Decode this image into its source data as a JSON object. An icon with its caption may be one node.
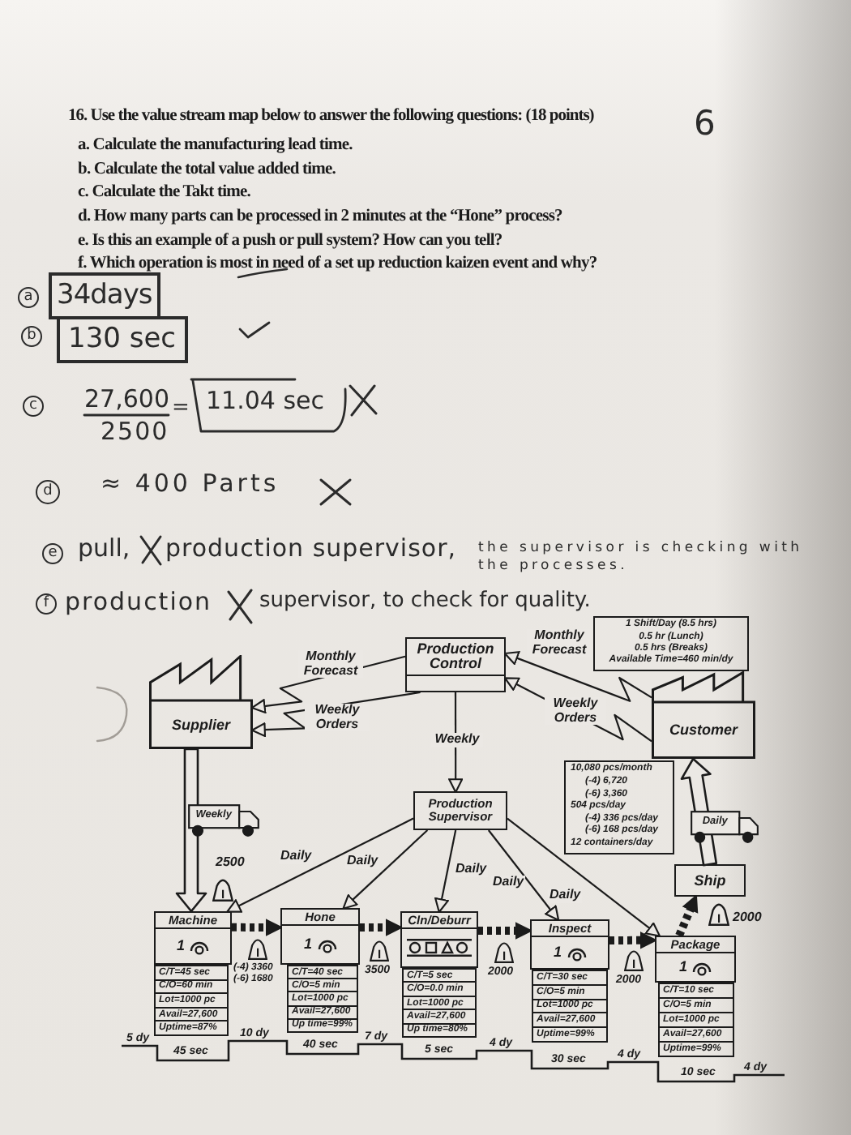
{
  "diagram": {
    "title": "16. Use the value stream map below to answer the following questions: (18 points)",
    "nodes": [
      {
        "text": [
          "Production Control"
        ]
      },
      {
        "text": [
          "1 Shift/Day (8.5 hrs)",
          "0.5 hr (Lunch)",
          "0.5 hrs (Breaks)",
          "Available Time=460 min/dy"
        ]
      },
      {
        "text": [
          "Supplier"
        ]
      },
      {
        "text": [
          "Customer"
        ]
      },
      {
        "text": [
          "10,080 pcs/month",
          "(-4) 6,720",
          "(-6) 3,360",
          "504 pcs/day",
          "(-4) 336 pcs/day",
          "(-6) 168 pcs/day",
          "12 containers/day"
        ]
      },
      {
        "text": [
          "Production Supervisor"
        ]
      },
      {
        "text": [
          "Weekly"
        ]
      },
      {
        "text": [
          "Daily"
        ]
      },
      {
        "text": [
          "Ship"
        ]
      },
      {
        "text": [
          "I"
        ],
        "beside": [
          "2500"
        ]
      },
      {
        "text": [
          "I"
        ],
        "beside": [
          "2000"
        ]
      },
      {
        "text": [
          "Machine",
          "1"
        ]
      },
      {
        "text": [
          "Hone",
          "1"
        ]
      },
      {
        "text": [
          "Cln/Deburr"
        ]
      },
      {
        "text": [
          "Inspect",
          "1"
        ]
      },
      {
        "text": [
          "Package",
          "1"
        ]
      },
      {
        "text": [
          "I"
        ],
        "beside": [
          "(-4) 3360",
          "(-6) 1680"
        ]
      },
      {
        "text": [
          "I"
        ],
        "beside": [
          "3500"
        ]
      },
      {
        "text": [
          "I"
        ],
        "beside": [
          "2000"
        ]
      },
      {
        "text": [
          "I"
        ],
        "beside": [
          "2000"
        ]
      },
      {
        "text": [
          "C/T=45 sec",
          "C/O=60 min",
          "Lot=1000 pc",
          "Avail=27,600",
          "Uptime=87%"
        ]
      },
      {
        "text": [
          "C/T=40 sec",
          "C/O=5 min",
          "Lot=1000 pc",
          "Avail=27,600",
          "Up time=99%"
        ]
      },
      {
        "text": [
          "C/T=5 sec",
          "C/O=0.0 min",
          "Lot=1000 pc",
          "Avail=27,600",
          "Up time=80%"
        ]
      },
      {
        "text": [
          "C/T=30 sec",
          "C/O=5 min",
          "Lot=1000 pc",
          "Avail=27,600",
          "Uptime=99%"
        ]
      },
      {
        "text": [
          "C/T=10 sec",
          "C/O=5 min",
          "Lot=1000 pc",
          "Avail=27,600",
          "Uptime=99%"
        ]
      }
    ],
    "edges": [
      {
        "from": 0,
        "to": 2,
        "arrow": "to",
        "label": "Monthly Forecast"
      },
      {
        "from": 0,
        "to": 2,
        "arrow": "to",
        "label": "Weekly Orders"
      },
      {
        "from": 3,
        "to": 0,
        "arrow": "to",
        "label": "Monthly Forecast"
      },
      {
        "from": 3,
        "to": 0,
        "arrow": "to",
        "label": "Weekly Orders"
      },
      {
        "from": 0,
        "to": 5,
        "arrow": "to",
        "label": "Weekly"
      },
      {
        "from": 5,
        "to": 11,
        "arrow": "to",
        "label": "Daily"
      },
      {
        "from": 5,
        "to": 12,
        "arrow": "to",
        "label": "Daily"
      },
      {
        "from": 5,
        "to": 13,
        "arrow": "to",
        "label": "Daily"
      },
      {
        "from": 5,
        "to": 14,
        "arrow": "to",
        "label": "Daily"
      },
      {
        "from": 5,
        "to": 15,
        "arrow": "to",
        "label": "Daily"
      },
      {
        "from": 2,
        "to": 11,
        "arrow": "to",
        "style": "thick"
      },
      {
        "from": 11,
        "to": 12,
        "arrow": "to",
        "style": "dashed"
      },
      {
        "from": 12,
        "to": 13,
        "arrow": "to",
        "style": "dashed"
      },
      {
        "from": 13,
        "to": 14,
        "arrow": "to",
        "style": "dashed"
      },
      {
        "from": 14,
        "to": 15,
        "arrow": "to",
        "style": "dashed"
      },
      {
        "from": 15,
        "to": 8,
        "arrow": "to",
        "style": "dashed"
      },
      {
        "from": 8,
        "to": 3,
        "arrow": "to",
        "style": "thick"
      }
    ],
    "labels": [
      "6",
      "a. Calculate the manufacturing lead time.",
      "b. Calculate the total value added time.",
      "c. Calculate the Takt time.",
      "d. How many parts can be processed in 2 minutes at the “Hone” process?",
      "e. Is this an example of a push or pull system? How can you tell?",
      "f. Which operation is most in need of a set up reduction kaizen event and why?",
      "a",
      "34days",
      "b",
      "130 sec",
      "c",
      "27,600",
      "2500",
      "=",
      "11.04 sec",
      "d",
      "≈ 400 Parts",
      "e",
      "pull,",
      "production supervisor,",
      "the supervisor is checking with the processes.",
      "f",
      "production",
      "supervisor, to check for quality.",
      "5 dy",
      "45 sec",
      "10 dy",
      "40 sec",
      "7 dy",
      "5 sec",
      "4 dy",
      "30 sec",
      "4 dy",
      "10 sec",
      "4 dy"
    ]
  }
}
